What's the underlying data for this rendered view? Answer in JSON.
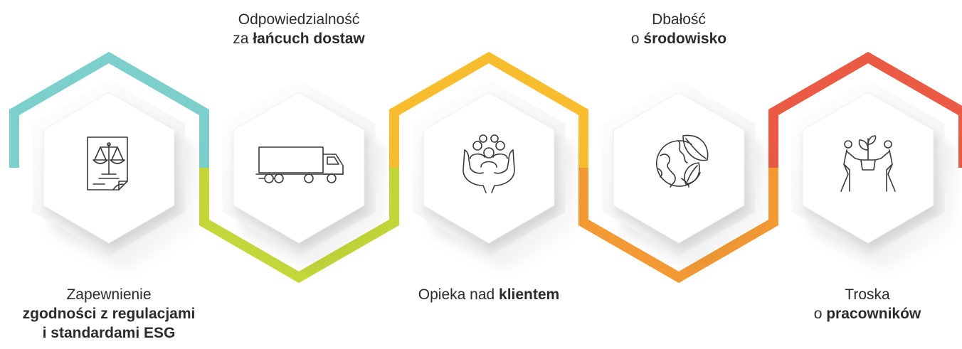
{
  "colors": {
    "teal": "#7ccfcb",
    "lime": "#c3d73a",
    "yellow": "#f7bd2f",
    "orange": "#f39a34",
    "red": "#ea5a45",
    "icon": "#3a3a3a"
  },
  "items": [
    {
      "id": "compliance",
      "icon": "scales-document-icon",
      "label": {
        "line1_regular": "Zapewnienie",
        "line2_bold": "zgodności z regulacjami",
        "line3_bold": "i standardami ESG"
      }
    },
    {
      "id": "supply-chain",
      "icon": "truck-icon",
      "label": {
        "line1_regular": "Odpowiedzialność",
        "line2_regular": "za ",
        "line2_bold": "łańcuch dostaw"
      }
    },
    {
      "id": "customer",
      "icon": "people-in-hands-icon",
      "label": {
        "line1_regular": "Opieka nad ",
        "line1_bold": "klientem"
      }
    },
    {
      "id": "environment",
      "icon": "globe-leaf-icon",
      "label": {
        "line1_regular": "Dbałość",
        "line2_regular": "o ",
        "line2_bold": "środowisko"
      }
    },
    {
      "id": "employees",
      "icon": "people-planting-icon",
      "label": {
        "line1_regular": "Troska",
        "line2_regular": "o ",
        "line2_bold": "pracowników"
      }
    }
  ]
}
